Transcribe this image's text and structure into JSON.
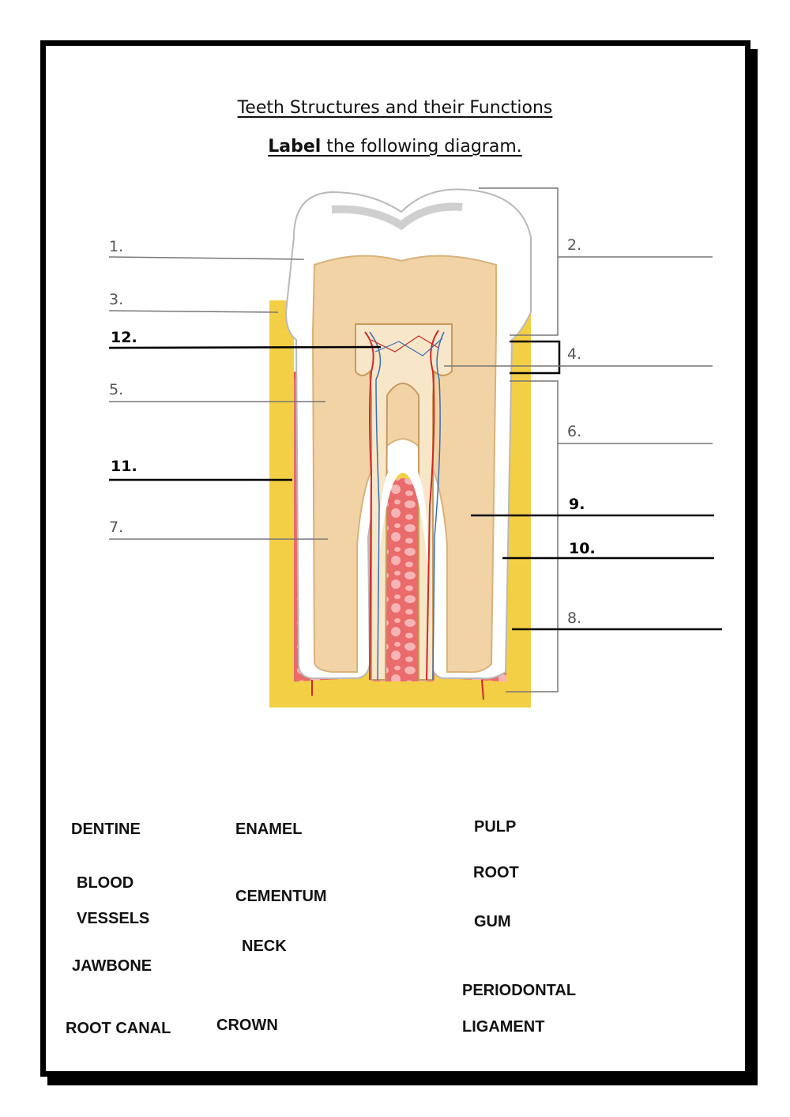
{
  "header": {
    "title": "Teeth Structures and their Functions",
    "instruction_bold": "Label",
    "instruction_rest": " the following diagram."
  },
  "diagram": {
    "labels": {
      "n1": "1.",
      "n2": "2.",
      "n3": "3.",
      "n4": "4.",
      "n5": "5.",
      "n6": "6.",
      "n7": "7.",
      "n8": "8.",
      "n9": "9.",
      "n10": "10.",
      "n11": "11.",
      "n12": "12."
    },
    "colors": {
      "enamel": "#ffffff",
      "dentine": "#f1d3a6",
      "pulp": "#f8e8cf",
      "gum": "#e86a6a",
      "bone": "#f4b2b2",
      "cementum": "#f2d24a",
      "blood_red": "#cc2a2a",
      "blood_blue": "#3a6fb5"
    }
  },
  "word_bank": [
    "DENTINE",
    "ENAMEL",
    "PULP",
    "BLOOD",
    "VESSELS",
    "ROOT",
    "CEMENTUM",
    "GUM",
    "NECK",
    "JAWBONE",
    "PERIODONTAL",
    "LIGAMENT",
    "ROOT CANAL",
    "CROWN"
  ]
}
